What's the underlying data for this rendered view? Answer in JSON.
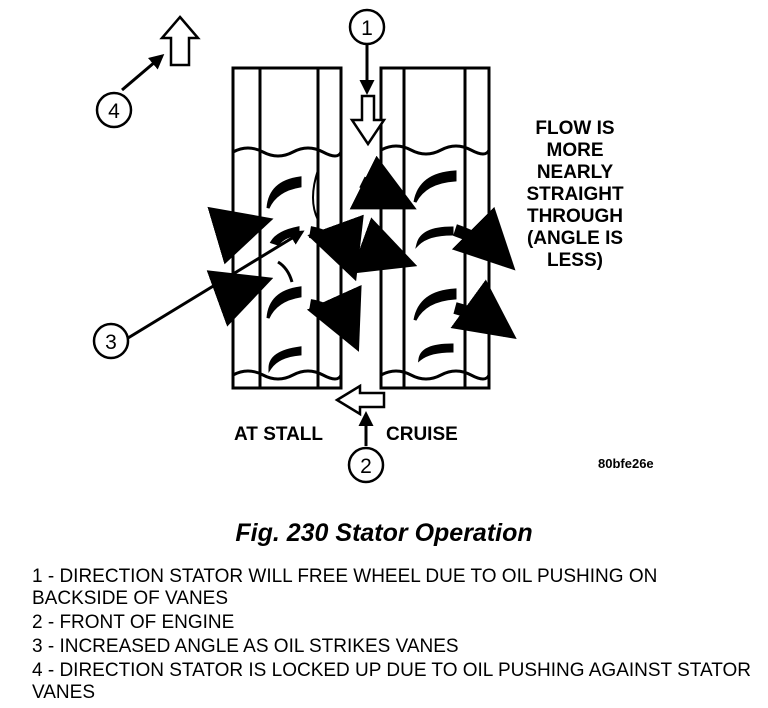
{
  "callouts": [
    "1",
    "2",
    "3",
    "4"
  ],
  "flow_note": [
    "FLOW IS",
    "MORE",
    "NEARLY",
    "STRAIGHT",
    "THROUGH",
    "(ANGLE IS",
    "LESS)"
  ],
  "label_stall": "AT STALL",
  "label_cruise": "CRUISE",
  "figure_code": "80bfe26e",
  "caption": "Fig. 230 Stator Operation",
  "legend": [
    "1 - DIRECTION STATOR WILL FREE WHEEL DUE TO OIL PUSHING ON BACKSIDE OF VANES",
    "2 - FRONT OF ENGINE",
    "3 - INCREASED ANGLE AS OIL STRIKES VANES",
    "4 - DIRECTION STATOR IS LOCKED UP DUE TO OIL PUSHING AGAINST STATOR VANES"
  ]
}
